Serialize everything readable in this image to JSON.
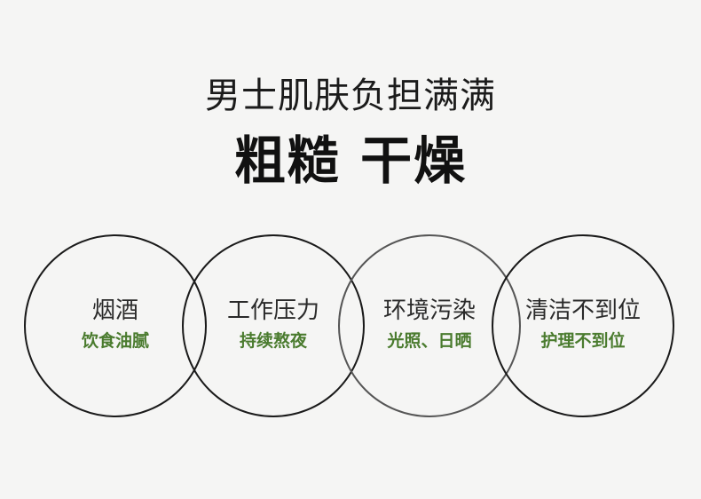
{
  "header": {
    "subtitle": "男士肌肤负担满满",
    "headline": "粗糙 干燥"
  },
  "colors": {
    "background": "#f5f5f4",
    "circle_stroke_dark": "#1a1a1a",
    "circle_stroke_mid": "#555555",
    "accent_green": "#4a7b2e"
  },
  "circles": [
    {
      "title": "烟酒",
      "subtitle": "饮食油腻"
    },
    {
      "title": "工作压力",
      "subtitle": "持续熬夜"
    },
    {
      "title": "环境污染",
      "subtitle": "光照、日晒"
    },
    {
      "title": "清洁不到位",
      "subtitle": "护理不到位"
    }
  ]
}
